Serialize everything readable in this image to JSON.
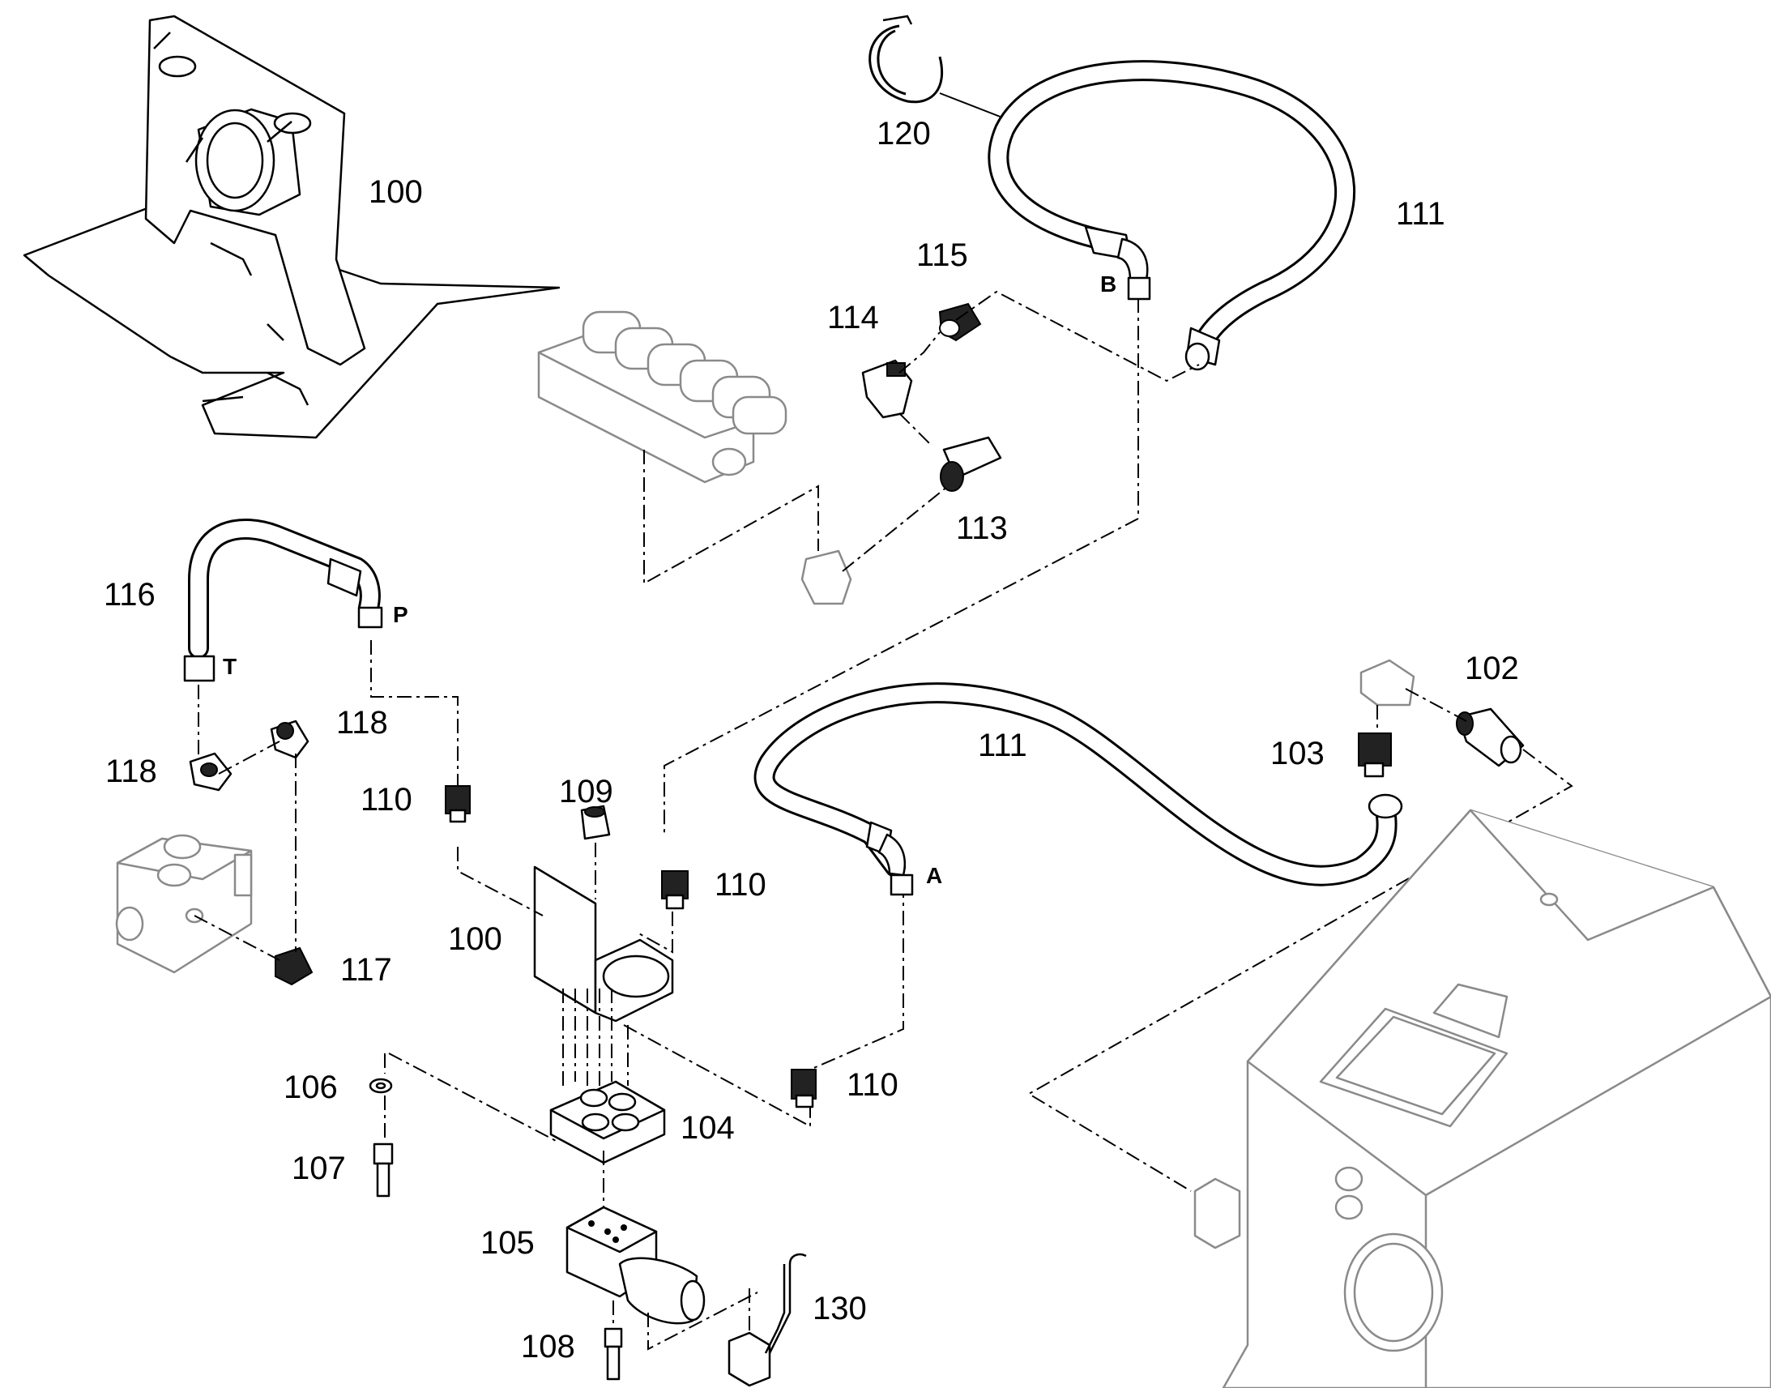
{
  "callouts": {
    "c100_frame": "100",
    "c120": "120",
    "c111_top": "111",
    "c115": "115",
    "c114": "114",
    "c113": "113",
    "c116": "116",
    "c118_a": "118",
    "c118_b": "118",
    "c110_a": "110",
    "c109": "109",
    "c110_b": "110",
    "c100_plate": "100",
    "c117": "117",
    "c111_mid": "111",
    "c102": "102",
    "c103": "103",
    "c106": "106",
    "c104": "104",
    "c110_c": "110",
    "c107": "107",
    "c105": "105",
    "c130": "130",
    "c108": "108"
  },
  "ports": {
    "B": "B",
    "P": "P",
    "T": "T",
    "A": "A"
  }
}
